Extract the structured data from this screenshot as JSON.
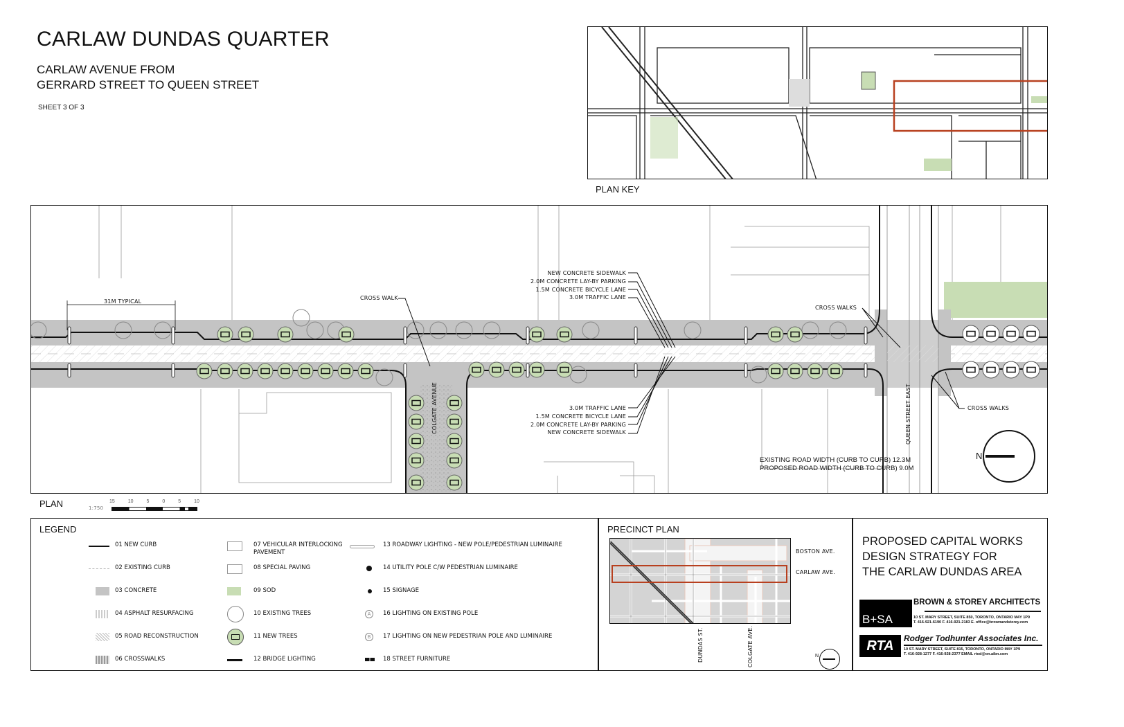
{
  "header": {
    "title": "CARLAW DUNDAS QUARTER",
    "subtitle_line1": "CARLAW AVENUE FROM",
    "subtitle_line2": "GERRARD STREET TO QUEEN STREET",
    "sheet": "SHEET 3 OF 3"
  },
  "plan_key": {
    "label": "PLAN KEY"
  },
  "plan": {
    "label": "PLAN",
    "scale_ratio": "1:750",
    "scale_ticks": [
      "15",
      "10",
      "5",
      "0",
      "5",
      "10"
    ],
    "dimension_label": "31M TYPICAL",
    "cross_walk": "CROSS WALK",
    "cross_walks_top": "CROSS WALKS",
    "cross_walks_bottom": "CROSS WALKS",
    "north_callouts": [
      "NEW CONCRETE SIDEWALK",
      "2.0M CONCRETE LAY-BY PARKING",
      "1.5M CONCRETE BICYCLE LANE",
      "3.0M TRAFFIC LANE"
    ],
    "south_callouts": [
      "3.0M TRAFFIC LANE",
      "1.5M CONCRETE BICYCLE LANE",
      "2.0M CONCRETE LAY-BY PARKING",
      "NEW CONCRETE SIDEWALK"
    ],
    "street_colgate": "COLGATE AVENUE",
    "street_queen": "QUEEN STREET EAST",
    "existing_width": "EXISTING ROAD WIDTH (CURB TO CURB) 12.3M",
    "proposed_width": "PROPOSED ROAD WIDTH (CURB TO CURB) 9.0M",
    "north": "N"
  },
  "legend": {
    "title": "LEGEND",
    "items": [
      {
        "code": "01",
        "label": "01 NEW CURB"
      },
      {
        "code": "02",
        "label": "02 EXISTING CURB"
      },
      {
        "code": "03",
        "label": "03 CONCRETE"
      },
      {
        "code": "04",
        "label": "04 ASPHALT RESURFACING"
      },
      {
        "code": "05",
        "label": "05 ROAD RECONSTRUCTION"
      },
      {
        "code": "06",
        "label": "06 CROSSWALKS"
      },
      {
        "code": "07",
        "label": "07 VEHICULAR INTERLOCKING PAVEMENT"
      },
      {
        "code": "08",
        "label": "08 SPECIAL PAVING"
      },
      {
        "code": "09",
        "label": "09 SOD"
      },
      {
        "code": "10",
        "label": "10 EXISTING TREES"
      },
      {
        "code": "11",
        "label": "11 NEW TREES"
      },
      {
        "code": "12",
        "label": "12 BRIDGE LIGHTING"
      },
      {
        "code": "13",
        "label": "13 ROADWAY LIGHTING - NEW POLE/PEDESTRIAN LUMINAIRE"
      },
      {
        "code": "14",
        "label": "14 UTILITY POLE C/W PEDESTRIAN LUMINAIRE"
      },
      {
        "code": "15",
        "label": "15 SIGNAGE"
      },
      {
        "code": "16",
        "label": "16 LIGHTING ON EXISTING POLE"
      },
      {
        "code": "17",
        "label": "17 LIGHTING ON NEW PEDESTRIAN POLE AND LUMINAIRE"
      },
      {
        "code": "18",
        "label": "18 STREET FURNITURE"
      }
    ],
    "symbol_a": "A",
    "symbol_b": "B"
  },
  "precinct": {
    "title": "PRECINCT PLAN",
    "boston": "BOSTON AVE.",
    "carlaw": "CARLAW AVE.",
    "dundas": "DUNDAS ST.",
    "colgate": "COLGATE AVE.",
    "north": "N"
  },
  "title_block": {
    "line1": "PROPOSED CAPITAL WORKS",
    "line2": "DESIGN STRATEGY FOR",
    "line3": "THE CARLAW DUNDAS AREA",
    "bsa_logo": "B+SA",
    "bsa_name": "BROWN & STOREY ARCHITECTS",
    "bsa_addr1": "10 ST. MARY STREET, SUITE 850, TORONTO, ONTARIO  M4Y 1P9",
    "bsa_addr2": "T. 416-921-6190  F. 416-921-2183  E. office@brownandstorey.com",
    "rta_logo": "RTA",
    "rta_name": "Rodger Todhunter Associates Inc.",
    "rta_addr1": "10 ST. MARY STREET, SUITE 815, TORONTO, ONTARIO  M4Y 1P9",
    "rta_addr2": "T. 416-928-1277  F. 416-928-2377  EMAIL rtod@on.aibn.com"
  },
  "colors": {
    "concrete": "#c4c4c4",
    "sod": "#c8ddb4",
    "highlight": "#b8401f",
    "line": "#111111"
  }
}
